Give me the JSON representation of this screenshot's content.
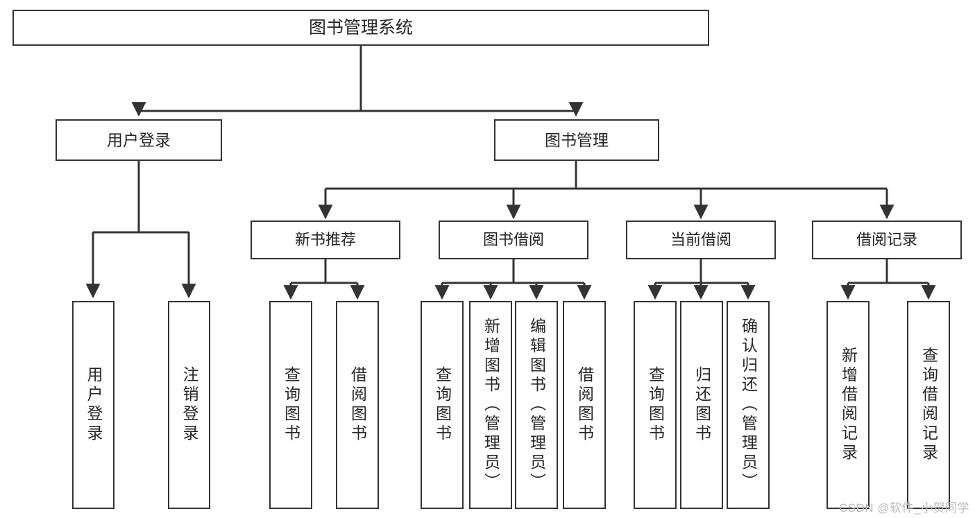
{
  "diagram": {
    "title": "图书管理系统",
    "type": "tree-hierarchy",
    "root": {
      "label": "图书管理系统"
    },
    "level2": [
      {
        "label": "用户登录"
      },
      {
        "label": "图书管理"
      }
    ],
    "level3": [
      {
        "label": "新书推荐"
      },
      {
        "label": "图书借阅"
      },
      {
        "label": "当前借阅"
      },
      {
        "label": "借阅记录"
      }
    ],
    "leaves": {
      "user_login": [
        {
          "label": "用户登录"
        },
        {
          "label": "注销登录"
        }
      ],
      "new_book_recommend": [
        {
          "label": "查询图书"
        },
        {
          "label": "借阅图书"
        }
      ],
      "book_borrow": [
        {
          "label": "查询图书"
        },
        {
          "label": "新增图书（管理员）"
        },
        {
          "label": "编辑图书（管理员）"
        },
        {
          "label": "借阅图书"
        }
      ],
      "current_borrow": [
        {
          "label": "查询图书"
        },
        {
          "label": "归还图书"
        },
        {
          "label": "确认归还（管理员）"
        }
      ],
      "borrow_record": [
        {
          "label": "新增借阅记录"
        },
        {
          "label": "查询借阅记录"
        }
      ]
    }
  },
  "watermark": {
    "text": "CSDN @软件_小贺同学"
  },
  "colors": {
    "stroke": "#333333",
    "text": "#262626",
    "background": "#ffffff",
    "watermark": "#b9b9b9"
  }
}
